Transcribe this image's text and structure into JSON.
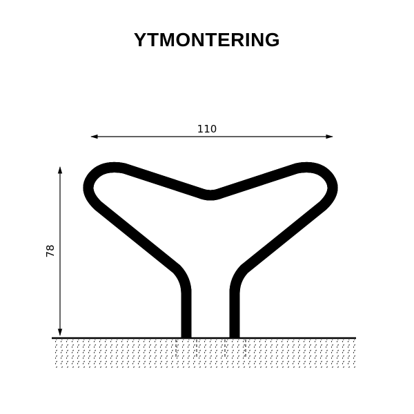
{
  "title": "YTMONTERING",
  "dimensions": {
    "width_label": "110",
    "height_label": "78"
  },
  "colors": {
    "line": "#000000",
    "background": "#ffffff"
  }
}
